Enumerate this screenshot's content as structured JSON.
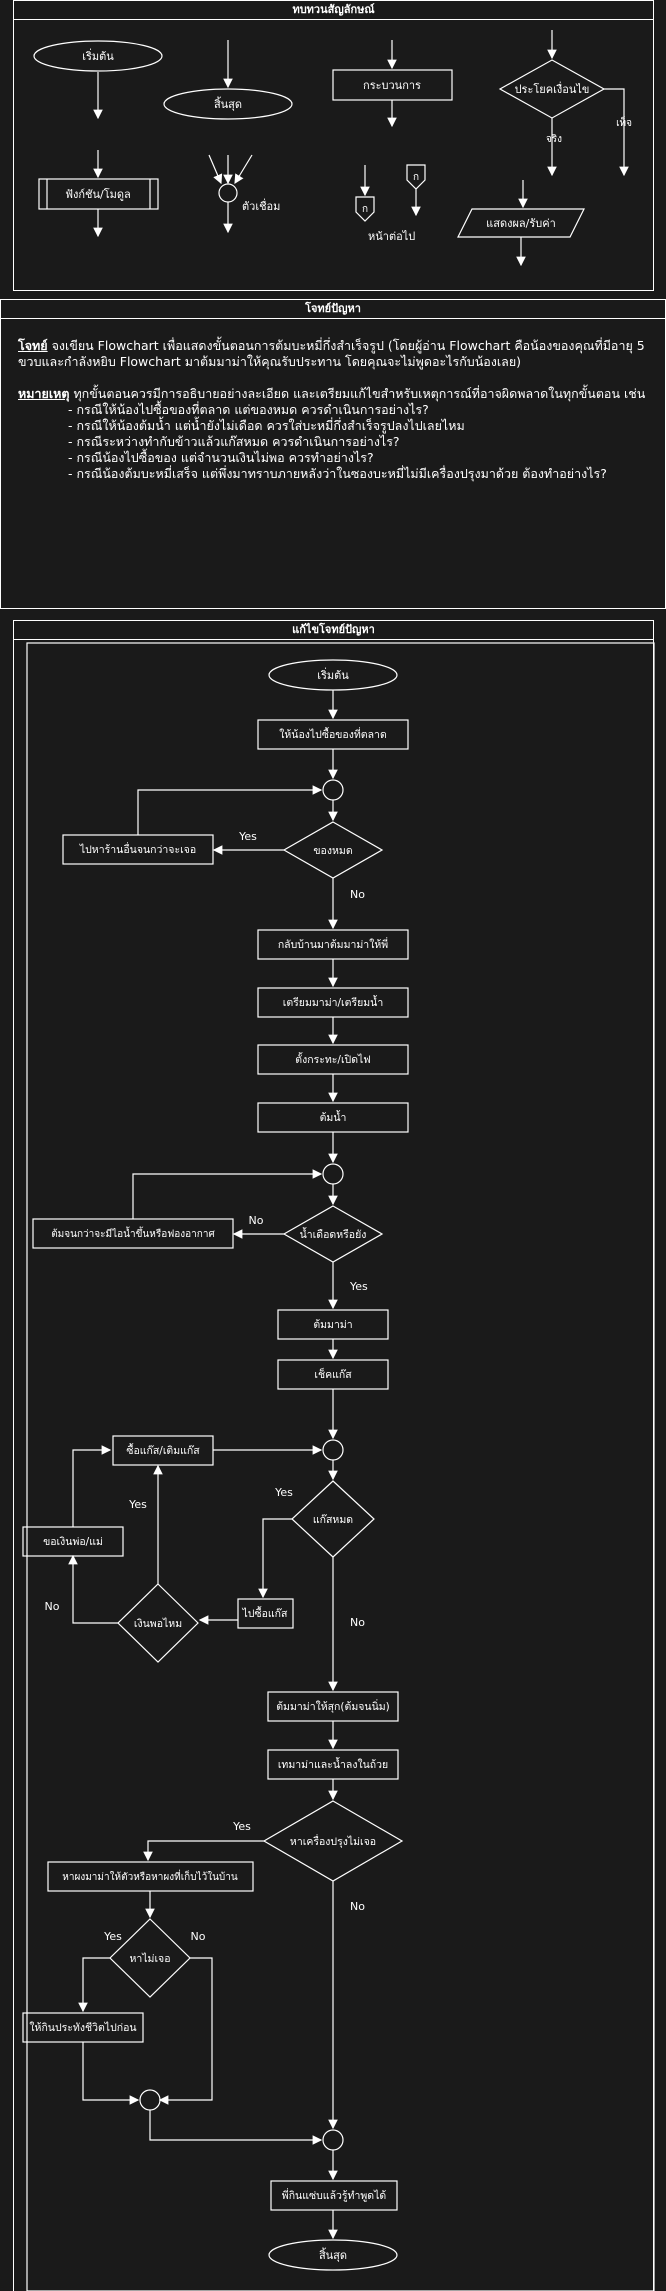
{
  "legend": {
    "title": "ทบทวนสัญลักษณ์",
    "start": "เริ่มต้น",
    "end": "สิ้นสุด",
    "process": "กระบวนการ",
    "decision": "ประโยคเงื่อนไข",
    "decision_true": "จริง",
    "decision_false": "เท็จ",
    "function": "ฟังก์ชัน/โมดูล",
    "connector": "ตัวเชื่อม",
    "offpage_label": "ก",
    "offpage": "หน้าต่อไป",
    "io": "แสดงผล/รับค่า"
  },
  "problem": {
    "title": "โจทย์ปัญหา",
    "task_label": "โจทย์",
    "task_text": "จงเขียน Flowchart เพื่อแสดงขั้นตอนการต้มบะหมี่กึ่งสำเร็จรูป (โดยผู้อ่าน Flowchart คือน้องของคุณที่มีอายุ 5 ขวบและกำลังหยิบ Flowchart มาต้มมาม่าให้คุณรับประทาน โดยคุณจะไม่พูดอะไรกับน้องเลย)",
    "note_label": "หมายเหตุ",
    "note_text": "ทุกขั้นตอนควรมีการอธิบายอย่างละเอียด และเตรียมแก้ไขสำหรับเหตุการณ์ที่อาจผิดพลาดในทุกขั้นตอน เช่น",
    "notes": [
      "กรณีให้น้องไปซื้อของที่ตลาด แต่ของหมด ควรดำเนินการอย่างไร?",
      "กรณีให้น้องต้มน้ำ แต่น้ำยังไม่เดือด ควรใส่บะหมี่กึ่งสำเร็จรูปลงไปเลยไหม",
      "กรณีระหว่างทำกับข้าวแล้วแก๊สหมด ควรดำเนินการอย่างไร?",
      "กรณีน้องไปซื้อของ แต่จำนวนเงินไม่พอ ควรทำอย่างไร?",
      "กรณีน้องต้มบะหมี่เสร็จ แต่พึ่งมาทราบภายหลังว่าในซองบะหมี่ไม่มีเครื่องปรุงมาด้วย ต้องทำอย่างไร?"
    ]
  },
  "solution": {
    "title": "แก้ไขโจทย์ปัญหา",
    "start": "เริ่มต้น",
    "buy_market": "ให้น้องไปซื้อของที่ตลาด",
    "out_of_stock": "ของหมด",
    "other_shop": "ไปหาร้านอื่นจนกว่าจะเจอ",
    "go_home": "กลับบ้านมาต้มมาม่าให้พี่",
    "prepare": "เตรียมมาม่า/เตรียมน้ำ",
    "set_pot": "ตั้งกระทะ/เปิดไฟ",
    "boil_water": "ต้มน้ำ",
    "boiling": "น้ำเดือดหรือยัง",
    "boil_until": "ต้มจนกว่าจะมีไอน้ำขึ้นหรือฟองอากาศ",
    "cook_noodle": "ต้มมาม่า",
    "check_gas": "เช็คแก๊ส",
    "buy_gas": "ซื้อแก๊ส/เติมแก๊ส",
    "gas_empty": "แก๊สหมด",
    "go_buy_gas": "ไปซื้อแก๊ส",
    "enough_money": "เงินพอไหม",
    "ask_money": "ขอเงินพ่อ/แม่",
    "cook_done": "ต้มมาม่าให้สุก(ต้มจนนิ่ม)",
    "pour_bowl": "เทมาม่าและน้ำลงในถ้วย",
    "seasoning_missing": "หาเครื่องปรุงไม่เจอ",
    "find_seasoning": "หาผงมาม่าให้ตัวหรือหาผงที่เก็บไว้ในบ้าน",
    "not_found": "หาไม่เจอ",
    "eat_plain": "ให้กินประทังชีวิตไปก่อน",
    "serve": "พี่กินแซ่บแล้วรู้ทำพูดได้",
    "end": "สิ้นสุด",
    "yes": "Yes",
    "no": "No"
  }
}
